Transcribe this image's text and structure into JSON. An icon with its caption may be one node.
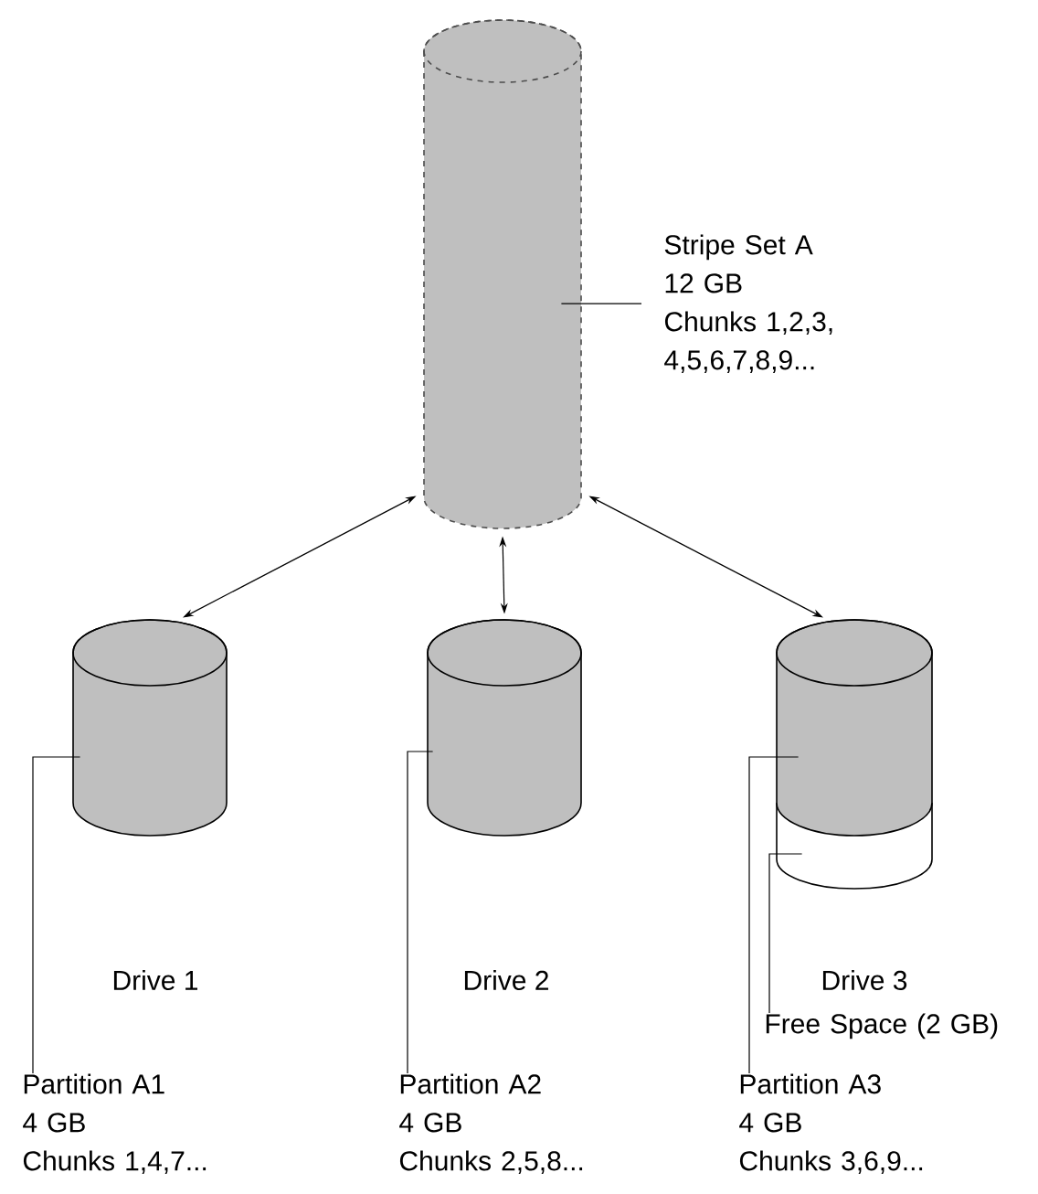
{
  "diagram": {
    "nodes": [
      {
        "text": [],
        "shape": "cylinder"
      },
      {
        "text": [
          "Stripe Set A",
          "12 GB",
          "Chunks 1,2,3, 4,5,6,7,8,9..."
        ]
      },
      {
        "text": [],
        "shape": "cylinder"
      },
      {
        "text": [],
        "shape": "cylinder"
      },
      {
        "text": [],
        "shape": "cylinder"
      },
      {
        "text": [],
        "shape": "cylinder"
      },
      {
        "text": [
          "Partition A1",
          "4 GB",
          "Chunks 1,4,7..."
        ]
      },
      {
        "text": [
          "Partition A2",
          "4 GB",
          "Chunks 2,5,8..."
        ]
      },
      {
        "text": [
          "Partition A3",
          "4 GB",
          "Chunks 3,6,9..."
        ]
      },
      {
        "text": [
          "Free Space (2 GB)"
        ]
      }
    ],
    "edges": [
      {
        "from": 0,
        "to": 2,
        "arrow": "both"
      },
      {
        "from": 0,
        "to": 3,
        "arrow": "both"
      },
      {
        "from": 0,
        "to": 4,
        "arrow": "both"
      },
      {
        "from": 1,
        "to": 0,
        "arrow": "none"
      },
      {
        "from": 6,
        "to": 2,
        "arrow": "none"
      },
      {
        "from": 7,
        "to": 3,
        "arrow": "none"
      },
      {
        "from": 8,
        "to": 4,
        "arrow": "none"
      },
      {
        "from": 9,
        "to": 5,
        "arrow": "none"
      }
    ],
    "labels": [
      "Drive 1",
      "Drive 2",
      "Drive 3"
    ]
  }
}
